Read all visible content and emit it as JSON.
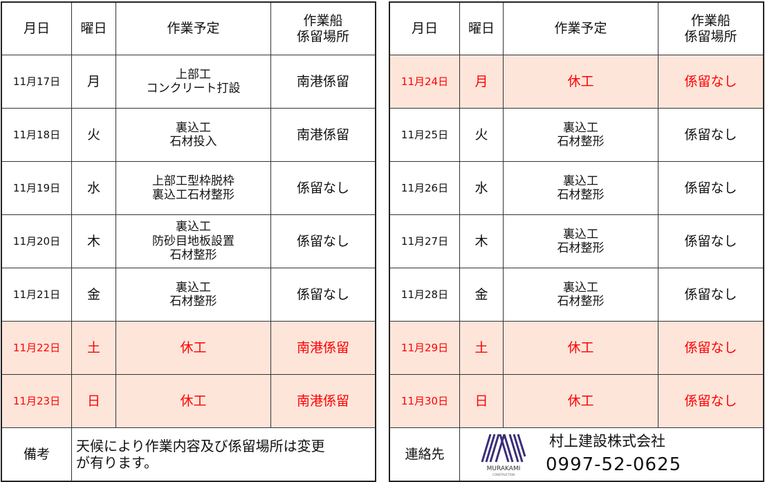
{
  "headers": [
    "月日",
    "曜日",
    "作業予定",
    "作業船\n係留場所"
  ],
  "left": {
    "rows": [
      {
        "date": "11月17日",
        "day": "月",
        "task": "上部工\nコンクリート打設",
        "mooring": "南港係留",
        "holiday": false
      },
      {
        "date": "11月18日",
        "day": "火",
        "task": "裏込工\n石材投入",
        "mooring": "南港係留",
        "holiday": false
      },
      {
        "date": "11月19日",
        "day": "水",
        "task": "上部工型枠脱枠\n裏込工石材整形",
        "mooring": "係留なし",
        "holiday": false
      },
      {
        "date": "11月20日",
        "day": "木",
        "task": "裏込工\n防砂目地板設置\n石材整形",
        "mooring": "係留なし",
        "holiday": false
      },
      {
        "date": "11月21日",
        "day": "金",
        "task": "裏込工\n石材整形",
        "mooring": "係留なし",
        "holiday": false
      },
      {
        "date": "11月22日",
        "day": "土",
        "task": "休工",
        "mooring": "南港係留",
        "holiday": true
      },
      {
        "date": "11月23日",
        "day": "日",
        "task": "休工",
        "mooring": "南港係留",
        "holiday": true
      }
    ],
    "footer_label": "備考",
    "footer_text": "天候により作業内容及び係留場所は変更\nが有ります。"
  },
  "right": {
    "rows": [
      {
        "date": "11月24日",
        "day": "月",
        "task": "休工",
        "mooring": "係留なし",
        "holiday": true
      },
      {
        "date": "11月25日",
        "day": "火",
        "task": "裏込工\n石材整形",
        "mooring": "係留なし",
        "holiday": false
      },
      {
        "date": "11月26日",
        "day": "水",
        "task": "裏込工\n石材整形",
        "mooring": "係留なし",
        "holiday": false
      },
      {
        "date": "11月27日",
        "day": "木",
        "task": "裏込工\n石材整形",
        "mooring": "係留なし",
        "holiday": false
      },
      {
        "date": "11月28日",
        "day": "金",
        "task": "裏込工\n石材整形",
        "mooring": "係留なし",
        "holiday": false
      },
      {
        "date": "11月29日",
        "day": "土",
        "task": "休工",
        "mooring": "係留なし",
        "holiday": true
      },
      {
        "date": "11月30日",
        "day": "日",
        "task": "休工",
        "mooring": "係留なし",
        "holiday": true
      }
    ],
    "footer_label": "連絡先"
  },
  "contact": {
    "company": "村上建設株式会社",
    "phone": "0997-52-0625",
    "logo_text": "MURAKAMI",
    "logo_sub": "CONSTRUCTION"
  },
  "colors": {
    "holiday_bg": "#fde5da",
    "holiday_text": "#ff0000",
    "logo": "#3a2f7a"
  }
}
